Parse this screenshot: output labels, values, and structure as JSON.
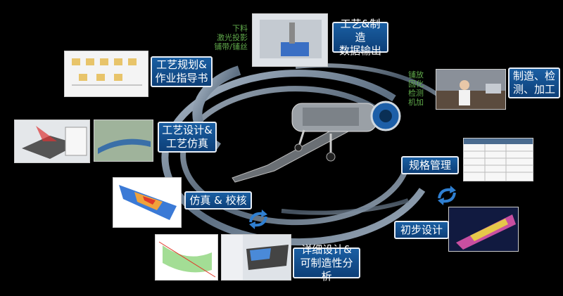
{
  "labels": {
    "craft_export": "工艺&制造\n数据输出",
    "process_plan": "工艺规划&\n作业指导书",
    "manufacture": "制造、检\n测、加工",
    "process_sim": "工艺设计&\n工艺仿真",
    "spec_mgmt": "规格管理",
    "sim_check": "仿真 & 校核",
    "prelim": "初步设计",
    "detail": "详细设计&\n可制造性分析"
  },
  "notes": {
    "top": "下料\n激光投影\n铺带/铺丝",
    "right": "铺放\n固化\n检测\n机加"
  },
  "colors": {
    "label_fill": "#1a5fa3",
    "arrow": "#2f7fd1",
    "ring": "#7d8fa3",
    "note": "#5fa84a"
  }
}
